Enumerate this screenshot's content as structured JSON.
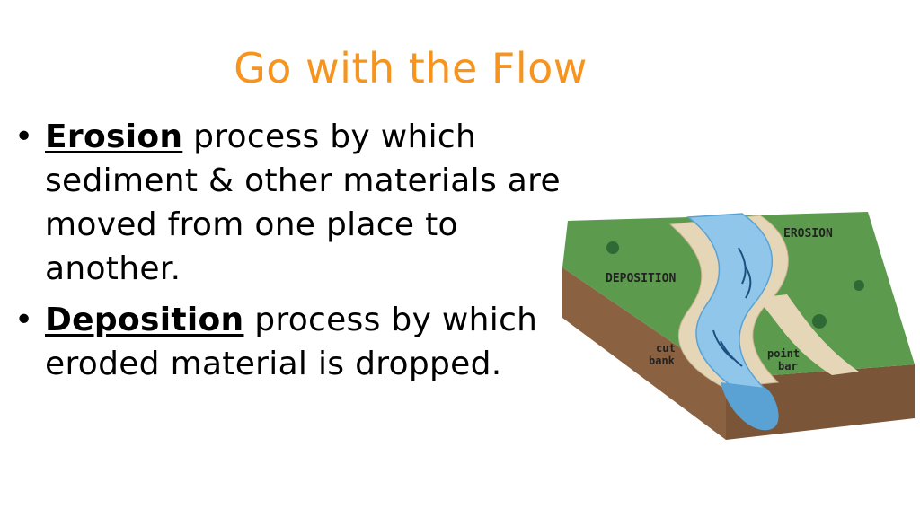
{
  "slide": {
    "title": "Go with the Flow"
  },
  "bullets": [
    {
      "marker": "•",
      "term": "Erosion",
      "text": "process by which sediment & other materials are moved from one place to another."
    },
    {
      "marker": "•",
      "term": "Deposition",
      "text": "process by which eroded material is dropped."
    }
  ],
  "diagram": {
    "labels": {
      "erosion": "EROSION",
      "deposition": "DEPOSITION",
      "cut_bank_1": "cut",
      "cut_bank_2": "bank",
      "point_bar_1": "point",
      "point_bar_2": "bar"
    }
  },
  "colors": {
    "title": "#f7941d",
    "grass": "#5c9a4e",
    "water": "#8fc6ea",
    "sand": "#e6d6b8",
    "soil": "#8a6242"
  }
}
